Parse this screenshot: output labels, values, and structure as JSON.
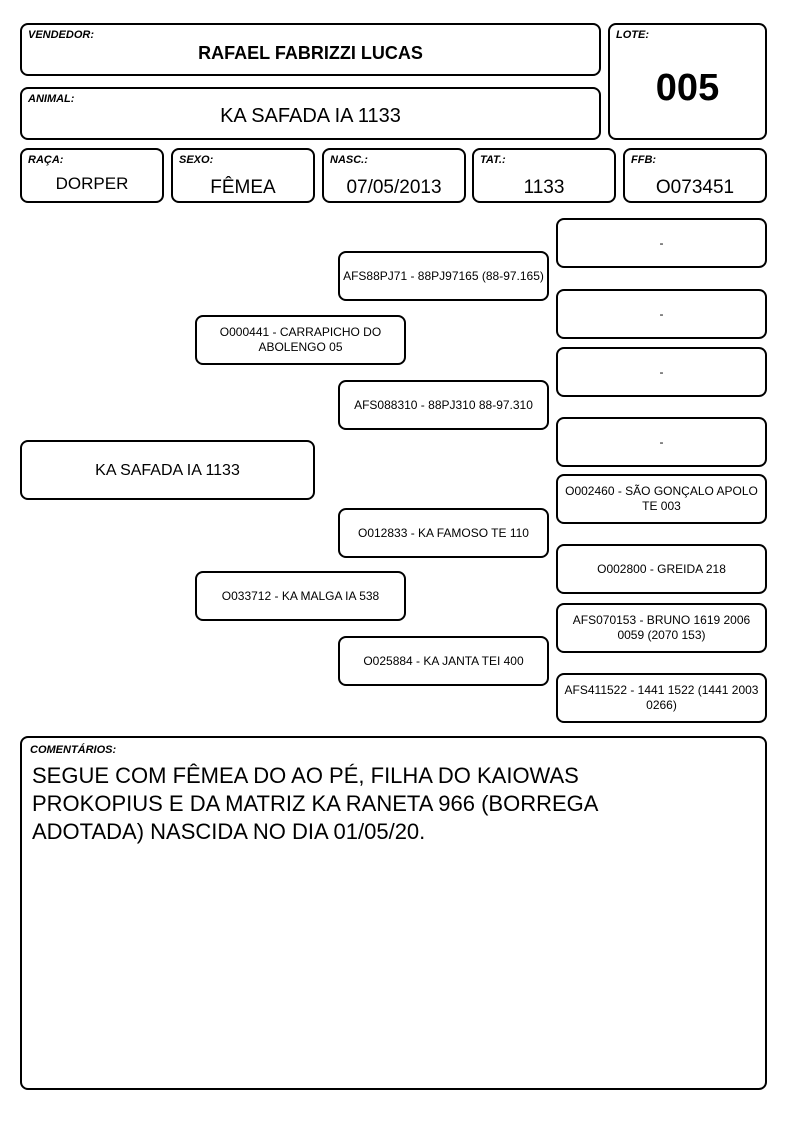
{
  "header": {
    "vendedor_label": "VENDEDOR:",
    "vendedor": "RAFAEL FABRIZZI LUCAS",
    "lote_label": "LOTE:",
    "lote": "005",
    "animal_label": "ANIMAL:",
    "animal": "KA SAFADA IA 1133"
  },
  "info": {
    "raca_label": "RAÇA:",
    "raca": "DORPER",
    "sexo_label": "SEXO:",
    "sexo": "FÊMEA",
    "nasc_label": "NASC.:",
    "nasc": "07/05/2013",
    "tat_label": "TAT.:",
    "tat": "1133",
    "ffb_label": "FFB:",
    "ffb": "O073451"
  },
  "pedigree": {
    "animal": "KA SAFADA IA 1133",
    "sire": "O000441 - CARRAPICHO DO ABOLENGO 05",
    "dam": "O033712 - KA MALGA IA 538",
    "sire_sire": "AFS88PJ71 - 88PJ97165 (88-97.165)",
    "sire_dam": "AFS088310 - 88PJ310 88-97.310",
    "dam_sire": "O012833 - KA FAMOSO TE 110",
    "dam_dam": "O025884 - KA JANTA TEI 400",
    "g3": [
      "-",
      "-",
      "-",
      "-",
      "O002460 - SÃO GONÇALO APOLO TE 003",
      "O002800 - GREIDA 218",
      "AFS070153 - BRUNO 1619 2006 0059 (2070 153)",
      "AFS411522 - 1441 1522 (1441 2003 0266)"
    ]
  },
  "comments": {
    "label": "COMENTÁRIOS:",
    "text": "SEGUE COM FÊMEA DO AO PÉ, FILHA DO KAIOWAS\nPROKOPIUS E DA MATRIZ KA RANETA 966 (BORREGA\nADOTADA) NASCIDA NO DIA 01/05/20."
  }
}
